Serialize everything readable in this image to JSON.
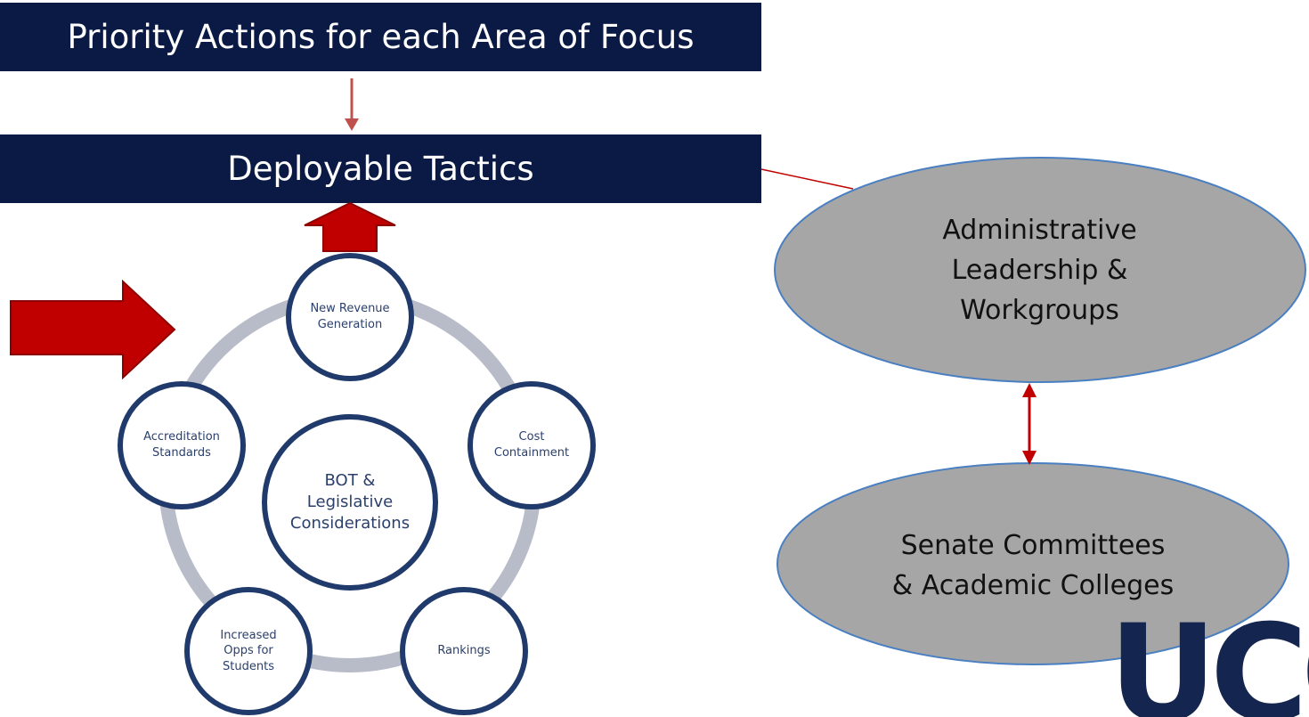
{
  "banners": {
    "top": "Priority Actions for each Area of Focus",
    "middle": "Deployable Tactics"
  },
  "cycle": {
    "center": "BOT &\nLegislative\nConsiderations",
    "nodes": [
      "New Revenue\nGeneration",
      "Cost\nContainment",
      "Rankings",
      "Increased\nOpps for\nStudents",
      "Accreditation\nStandards"
    ]
  },
  "ovals": {
    "upper": "Administrative\nLeadership &\nWorkgroups",
    "lower": "Senate Committees\n& Academic Colleges"
  },
  "logo": "UCO",
  "colors": {
    "banner": "#0a1a44",
    "arrow_red": "#c00000",
    "thin_arrow": "#c0504d",
    "circle_border": "#1f3a6b",
    "ring": "#b8bcc8",
    "oval_fill": "#a6a6a6",
    "oval_border": "#4a7fc1",
    "logo": "#14254f"
  }
}
